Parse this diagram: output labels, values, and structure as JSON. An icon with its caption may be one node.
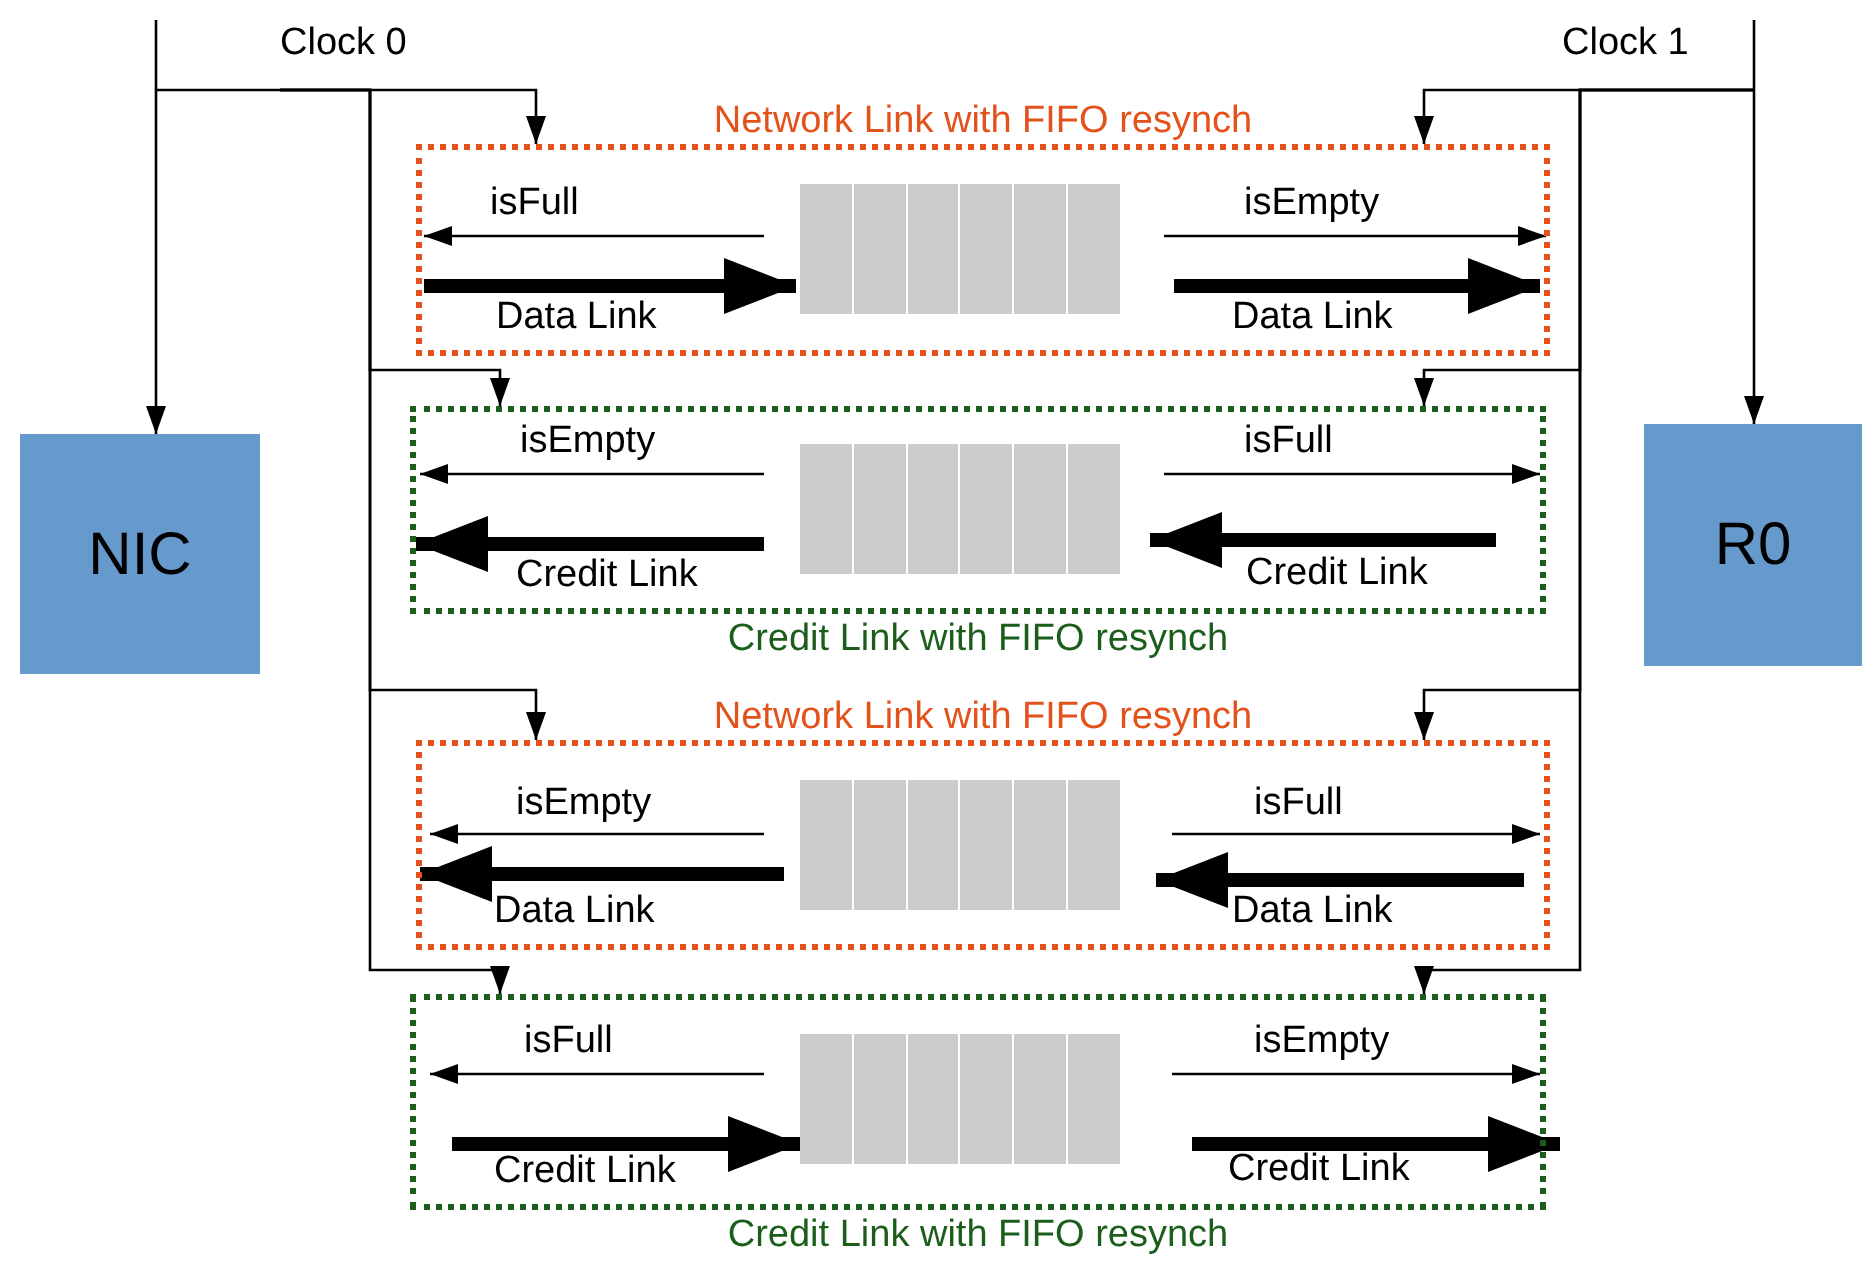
{
  "diagram": {
    "nodes": [
      {
        "text": [
          "Clock 0"
        ]
      },
      {
        "text": [
          "Clock 1"
        ]
      },
      {
        "text": [
          "NIC"
        ]
      },
      {
        "text": [
          "R0"
        ]
      },
      {
        "text": [
          "Network Link with FIFO resynch"
        ]
      },
      {
        "text": [],
        "shape": "box",
        "in": 4
      },
      {
        "text": [
          "Credit Link with FIFO resynch"
        ]
      },
      {
        "text": [],
        "shape": "box",
        "in": 6
      },
      {
        "text": [
          "Network Link with FIFO resynch"
        ]
      },
      {
        "text": [],
        "shape": "box",
        "in": 8
      },
      {
        "text": [
          "Credit Link with FIFO resynch"
        ]
      },
      {
        "text": [],
        "shape": "box",
        "in": 10
      }
    ],
    "edges": [
      {
        "from": 0,
        "to": 2,
        "arrow": "to"
      },
      {
        "from": 0,
        "to": 4,
        "arrow": "to"
      },
      {
        "from": 0,
        "to": 6,
        "arrow": "to"
      },
      {
        "from": 0,
        "to": 8,
        "arrow": "to"
      },
      {
        "from": 0,
        "to": 10,
        "arrow": "to"
      },
      {
        "from": 1,
        "to": 3,
        "arrow": "to"
      },
      {
        "from": 1,
        "to": 4,
        "arrow": "to"
      },
      {
        "from": 1,
        "to": 6,
        "arrow": "to"
      },
      {
        "from": 1,
        "to": 8,
        "arrow": "to"
      },
      {
        "from": 1,
        "to": 10,
        "arrow": "to"
      },
      {
        "from": 5,
        "to": null,
        "arrow": "to",
        "label": "isFull"
      },
      {
        "from": null,
        "to": 5,
        "arrow": "to",
        "label": "Data Link",
        "style": "thick"
      },
      {
        "from": 5,
        "to": null,
        "arrow": "to",
        "label": "isEmpty"
      },
      {
        "from": 5,
        "to": null,
        "arrow": "to",
        "label": "Data Link",
        "style": "thick"
      },
      {
        "from": 7,
        "to": null,
        "arrow": "to",
        "label": "isEmpty"
      },
      {
        "from": 7,
        "to": null,
        "arrow": "to",
        "label": "Credit Link",
        "style": "thick"
      },
      {
        "from": 7,
        "to": null,
        "arrow": "to",
        "label": "isFull"
      },
      {
        "from": null,
        "to": 7,
        "arrow": "to",
        "label": "Credit Link",
        "style": "thick"
      },
      {
        "from": 9,
        "to": null,
        "arrow": "to",
        "label": "isEmpty"
      },
      {
        "from": 9,
        "to": null,
        "arrow": "to",
        "label": "Data Link",
        "style": "thick"
      },
      {
        "from": 9,
        "to": null,
        "arrow": "to",
        "label": "isFull"
      },
      {
        "from": null,
        "to": 9,
        "arrow": "to",
        "label": "Data Link",
        "style": "thick"
      },
      {
        "from": 11,
        "to": null,
        "arrow": "to",
        "label": "isFull"
      },
      {
        "from": null,
        "to": 11,
        "arrow": "to",
        "label": "Credit Link",
        "style": "thick"
      },
      {
        "from": 11,
        "to": null,
        "arrow": "to",
        "label": "isEmpty"
      },
      {
        "from": 11,
        "to": null,
        "arrow": "to",
        "label": "Credit Link",
        "style": "thick"
      }
    ]
  }
}
